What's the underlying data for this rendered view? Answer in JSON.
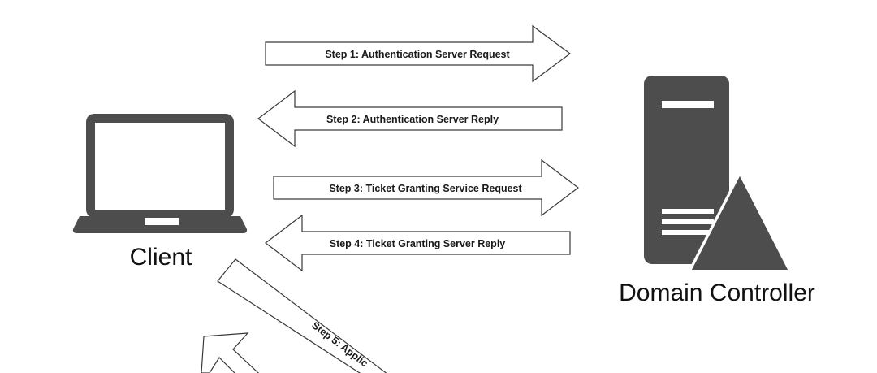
{
  "labels": {
    "client": "Client",
    "domain_controller": "Domain Controller"
  },
  "steps": [
    {
      "label": "Step 1: Authentication Server Request",
      "direction": "right"
    },
    {
      "label": "Step 2: Authentication Server Reply",
      "direction": "left"
    },
    {
      "label": "Step 3: Ticket Granting Service Request",
      "direction": "right"
    },
    {
      "label": "Step 4: Ticket Granting Server Reply",
      "direction": "left"
    },
    {
      "label": "Step 5: Applic",
      "direction": "down-right"
    }
  ],
  "icons": {
    "client": "laptop-icon",
    "domain_controller": "server-warning-icon"
  },
  "colors": {
    "icon_fill": "#4d4d4d",
    "arrow_stroke": "#3a3a3a",
    "background": "#ffffff"
  }
}
